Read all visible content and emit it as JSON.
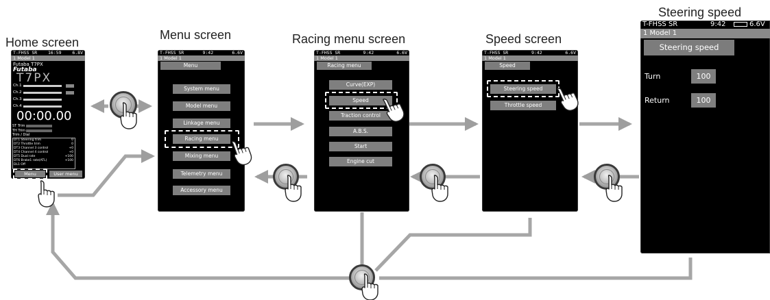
{
  "captions": {
    "home": "Home screen",
    "menu": "Menu screen",
    "racing": "Racing menu screen",
    "speed": "Speed screen",
    "steering": "Steering speed"
  },
  "status_small": {
    "system": "T-FHSS SR",
    "time": "9:42",
    "battery": "6.6V",
    "model": "1 Model 1"
  },
  "home": {
    "system": "T-FHSS SR",
    "time": "16:59",
    "battery": "6.8V",
    "model": "1 Model 1",
    "brand_line": "Futaba T7PX",
    "logo": "Futaba",
    "product": "T7PX",
    "channels": [
      "Ch.1",
      "Ch.2",
      "Ch.3",
      "Ch.4"
    ],
    "timer": "00:00.00",
    "st_trim": "ST Trim",
    "th_trim": "TH Trim",
    "trim_dial": "Trim / Dial",
    "dial_rows": [
      {
        "k": "DT1",
        "name": "Steering trim",
        "val": "0"
      },
      {
        "k": "DT2",
        "name": "Throttle trim",
        "val": "0"
      },
      {
        "k": "DT3",
        "name": "Channel 3 control",
        "val": "+0"
      },
      {
        "k": "DT4",
        "name": "Channel 4 control",
        "val": "+0"
      },
      {
        "k": "DT5",
        "name": "Dual rate",
        "val": "+100"
      },
      {
        "k": "DT6",
        "name": "Brake1 rate(ATL)",
        "val": "+100"
      },
      {
        "k": "DL1",
        "name": "Off",
        "val": ""
      }
    ],
    "btn_menu": "Menu",
    "btn_user": "User menu"
  },
  "menu": {
    "title": "Menu",
    "items": [
      "System menu",
      "Model menu",
      "Linkage menu",
      "Racing menu",
      "Mixing menu",
      "Telemetry menu",
      "Accessory menu"
    ]
  },
  "racing": {
    "title": "Racing menu",
    "items": [
      "Curve(EXP)",
      "Speed",
      "Traction control",
      "A.B.S.",
      "Start",
      "Engine cut"
    ]
  },
  "speed": {
    "title": "Speed",
    "items": [
      "Steering speed",
      "Throttle speed"
    ]
  },
  "steering": {
    "system": "T-FHSS SR",
    "time": "9:42",
    "battery": "6.6V",
    "model": "1 Model 1",
    "title": "Steering speed",
    "turn_label": "Turn",
    "turn_value": "100",
    "return_label": "Return",
    "return_value": "100"
  }
}
